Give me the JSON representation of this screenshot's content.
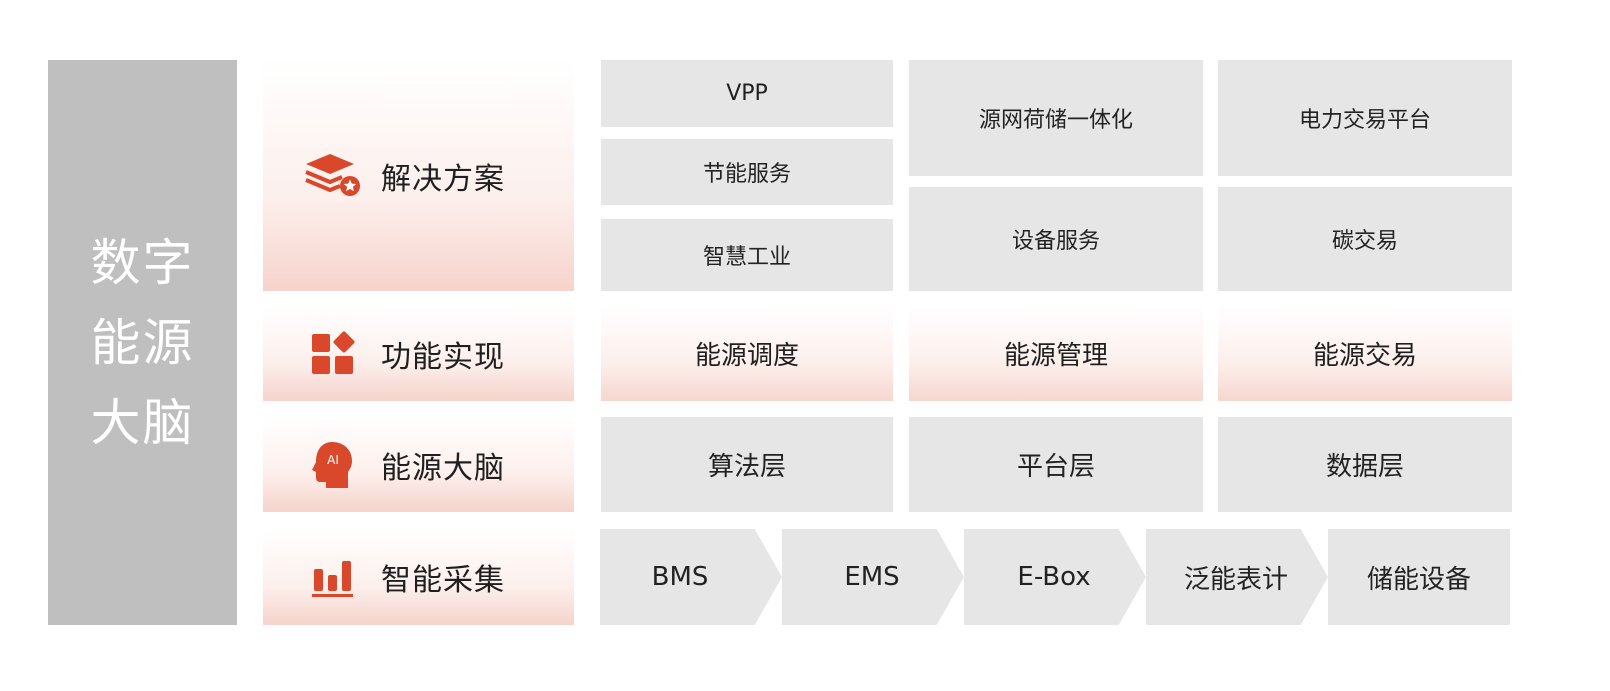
{
  "sidebar": {
    "line1": "数字",
    "line2": "能源",
    "line3": "大脑"
  },
  "categories": {
    "solutions": {
      "label": "解决方案",
      "icon": "layers-star-icon"
    },
    "functions": {
      "label": "功能实现",
      "icon": "app-blocks-icon"
    },
    "brain": {
      "label": "能源大脑",
      "icon": "ai-head-icon"
    },
    "collection": {
      "label": "智能采集",
      "icon": "bar-chart-icon"
    }
  },
  "solutions": {
    "vpp": "VPP",
    "energy_saving": "节能服务",
    "smart_industry": "智慧工业",
    "source_grid": "源网荷储一体化",
    "power_trading": "电力交易平台",
    "device_service": "设备服务",
    "carbon_trading": "碳交易"
  },
  "functions": {
    "dispatch": "能源调度",
    "management": "能源管理",
    "trading": "能源交易"
  },
  "brain": {
    "algorithm": "算法层",
    "platform": "平台层",
    "data": "数据层"
  },
  "collection": {
    "items": [
      "BMS",
      "EMS",
      "E-Box",
      "泛能表计",
      "储能设备"
    ]
  },
  "colors": {
    "accent": "#d9482b",
    "gray_box": "#e6e6e6",
    "sidebar": "#bfbfbf"
  }
}
